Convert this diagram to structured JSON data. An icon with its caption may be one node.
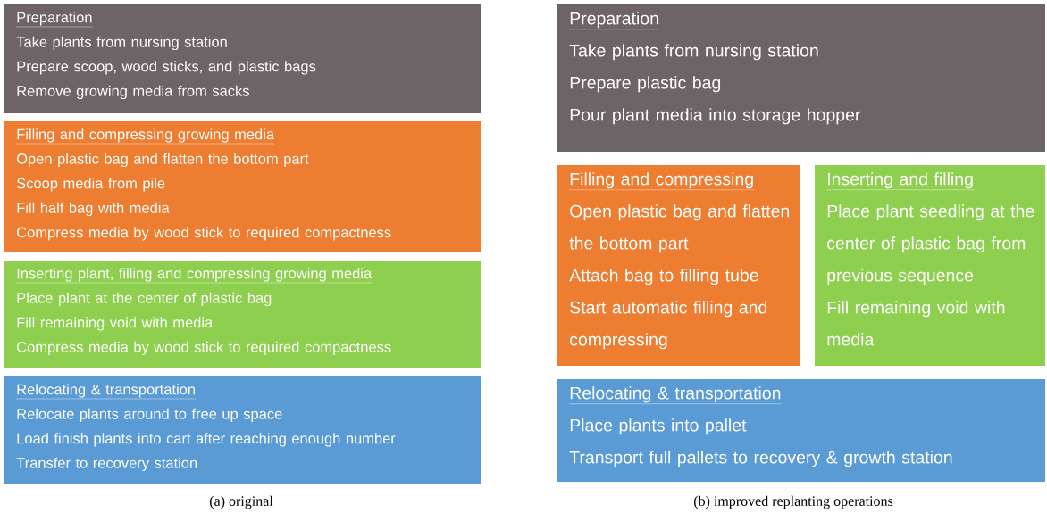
{
  "diagram": {
    "nodes": [
      {
        "text": [
          "Preparation",
          "Take plants from nursing station",
          "Prepare scoop, wood sticks, and plastic bags",
          "Remove growing media from sacks"
        ]
      },
      {
        "text": [
          "Filling and compressing growing media",
          "Open plastic bag and flatten the bottom part",
          "Scoop media from pile",
          "Fill half bag with media",
          "Compress media by wood stick to required compactness"
        ]
      },
      {
        "text": [
          "Inserting plant, filling and compressing growing media",
          "Place plant at the center of plastic bag",
          "Fill remaining void with media",
          "Compress media by wood stick to required compactness"
        ]
      },
      {
        "text": [
          "Relocating & transportation",
          "Relocate plants around to free up space",
          "Load finish plants into cart after reaching enough number",
          "Transfer to recovery station"
        ]
      },
      {
        "text": [
          "Preparation",
          "Take plants from nursing station",
          "Prepare plastic bag",
          "Pour plant media into storage hopper"
        ]
      },
      {
        "text": [
          "Filling and compressing",
          "Open plastic bag and flatten the bottom part",
          "Attach bag to filling tube",
          "Start automatic filling and compressing"
        ]
      },
      {
        "text": [
          "Inserting and filling",
          "Place plant seedling at the center of plastic bag from previous sequence",
          "Fill remaining void with media"
        ]
      },
      {
        "text": [
          "Relocating & transportation",
          "Place plants into pallet",
          "Transport full pallets to recovery & growth station"
        ]
      }
    ],
    "labels": [
      "(a) original",
      "(b) improved replanting operations"
    ]
  }
}
